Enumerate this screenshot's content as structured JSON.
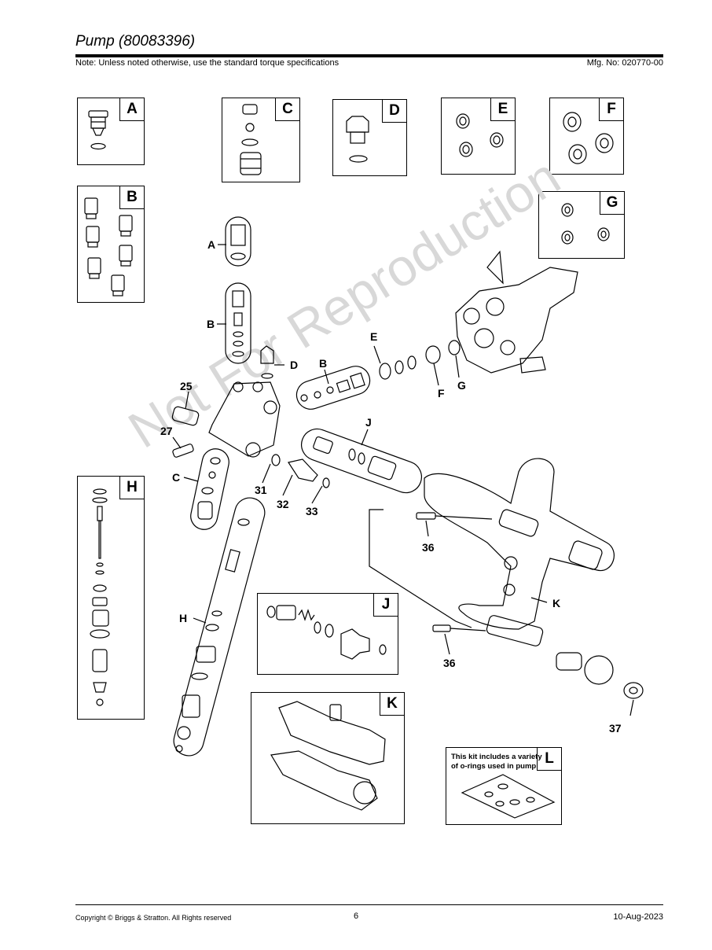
{
  "header": {
    "title": "Pump (80083396)",
    "note": "Note: Unless noted otherwise, use the standard torque specifications",
    "mfg": "Mfg. No: 020770-00"
  },
  "kits": {
    "A": "A",
    "B": "B",
    "C": "C",
    "D": "D",
    "E": "E",
    "F": "F",
    "G": "G",
    "H": "H",
    "J": "J",
    "K": "K",
    "L": "L",
    "L_text": "This kit includes a variety of o-rings used in pump"
  },
  "callouts": {
    "A": "A",
    "B1": "B",
    "B2": "B",
    "C": "C",
    "D": "D",
    "E": "E",
    "F": "F",
    "G": "G",
    "H": "H",
    "J": "J",
    "K": "K",
    "p25": "25",
    "p27": "27",
    "p31": "31",
    "p32": "32",
    "p33": "33",
    "p36a": "36",
    "p36b": "36",
    "p37": "37"
  },
  "watermark": "Not For Reproduction",
  "footer": {
    "copyright": "Copyright ©  Briggs & Stratton. All Rights reserved",
    "page": "6",
    "date": "10-Aug-2023"
  }
}
